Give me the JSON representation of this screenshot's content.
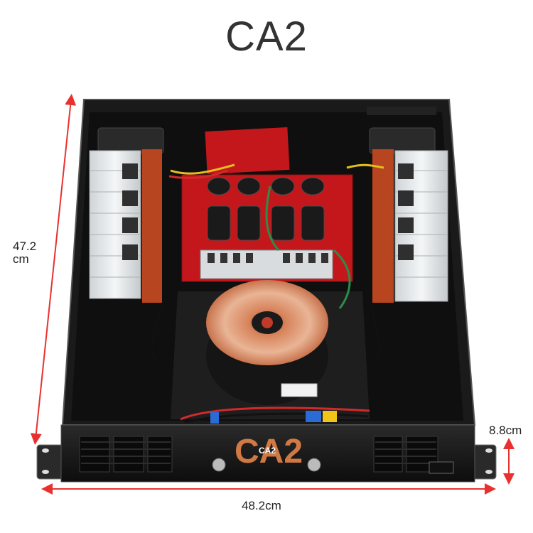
{
  "title": "CA2",
  "dimensions": {
    "depth_value": "47.2",
    "depth_unit": "cm",
    "width": "48.2cm",
    "height": "8.8cm"
  },
  "front_panel": {
    "model_large": "CA2",
    "model_small": "CA2"
  },
  "colors": {
    "dimension_lines": "#e8312f",
    "chassis": "#121212",
    "pcb": "#c4171c",
    "heatsink": "#e9ecee",
    "toroid_copper": "#d7835a",
    "logo_orange": "#f08a4b"
  }
}
